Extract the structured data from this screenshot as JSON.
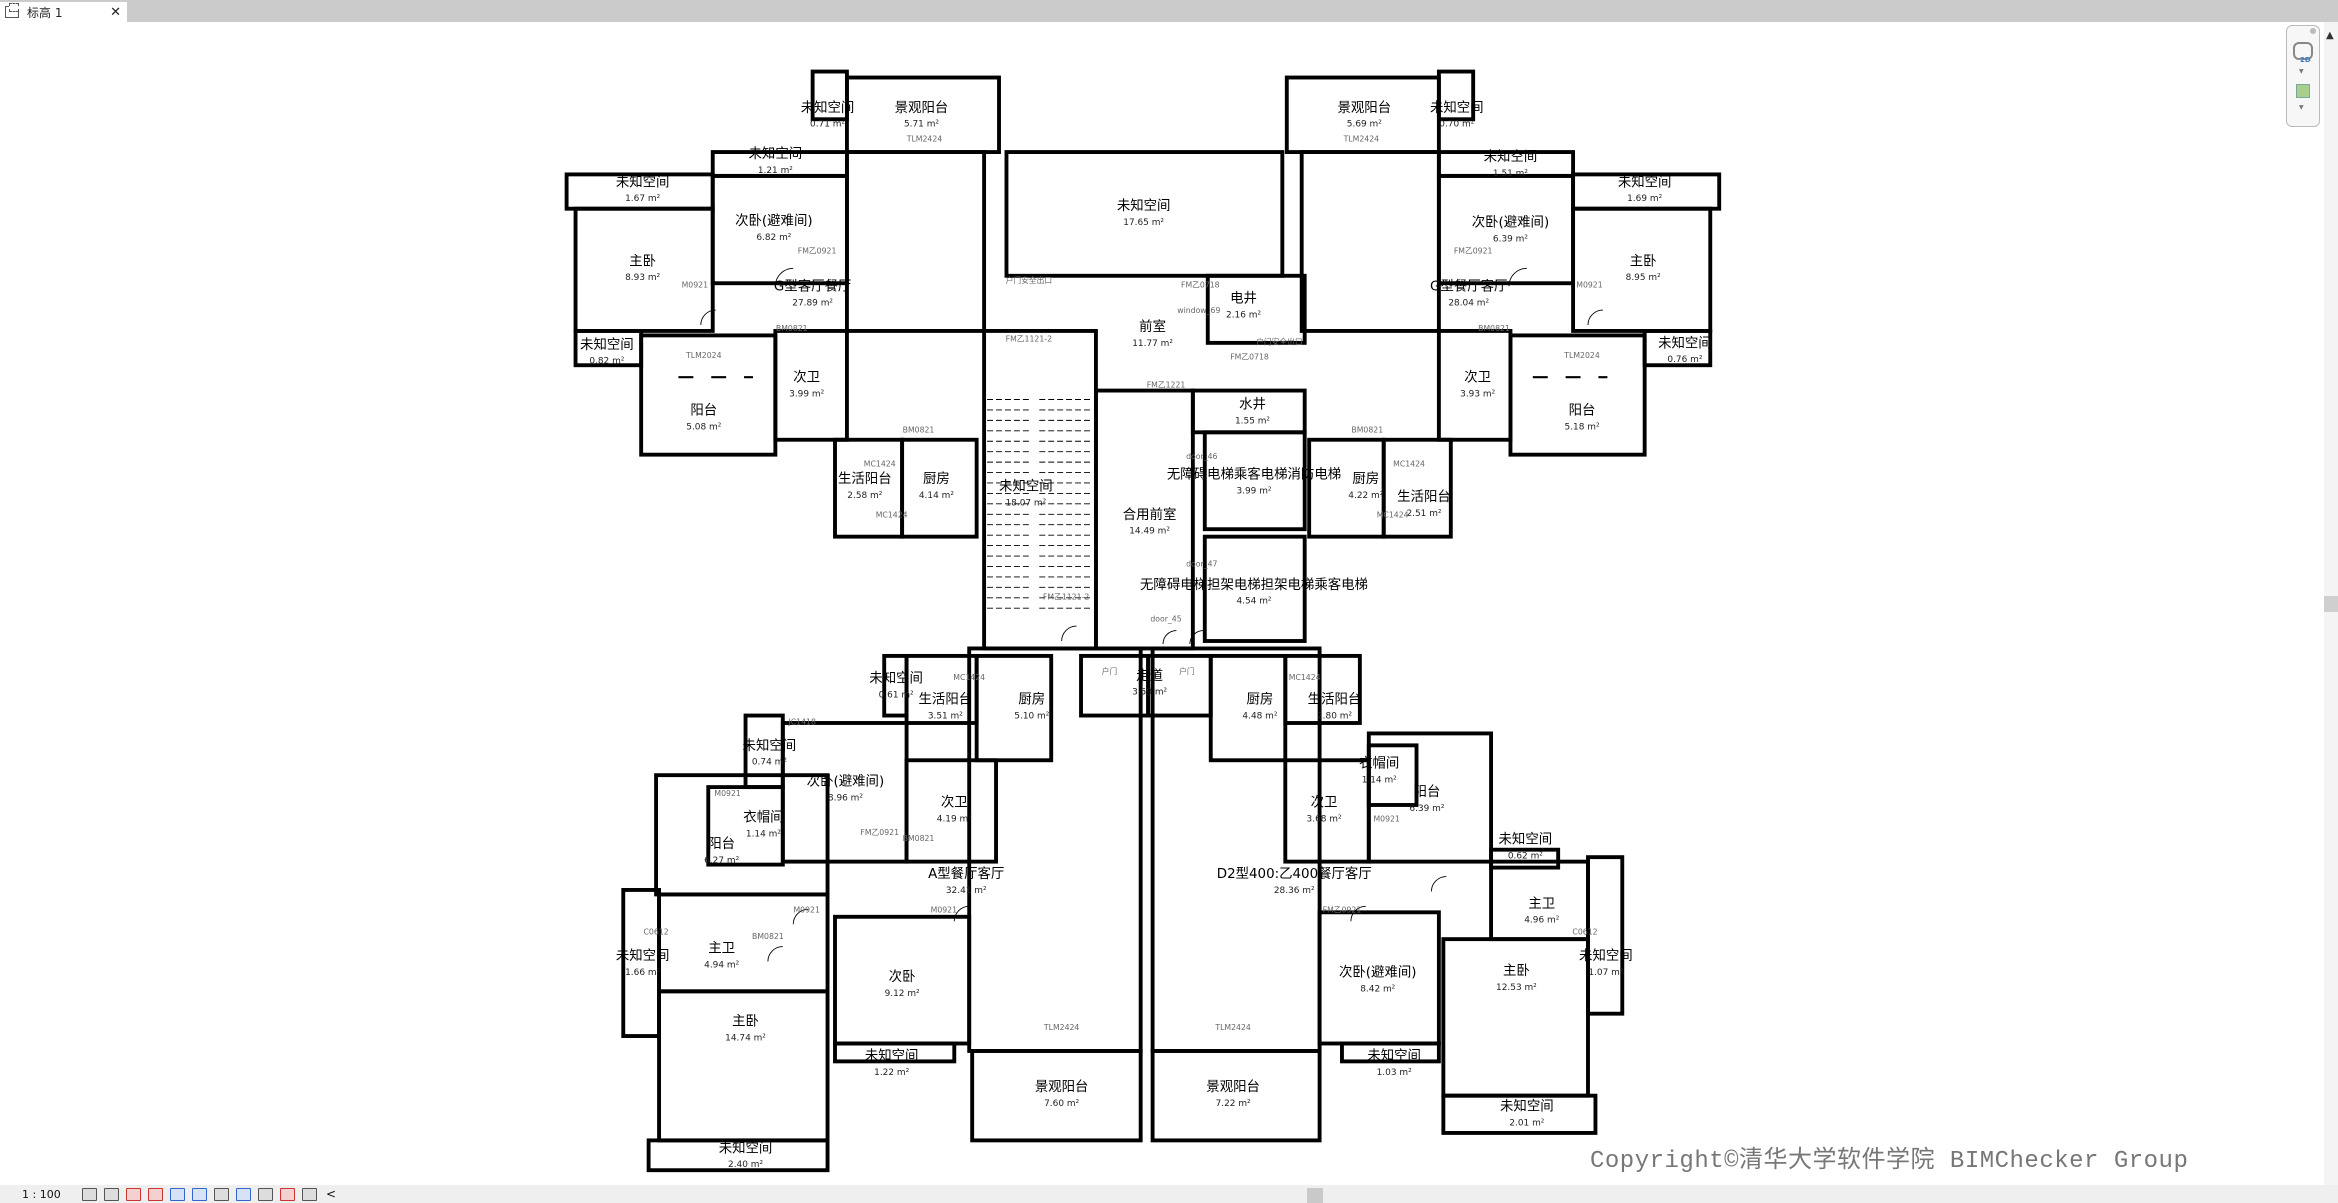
{
  "tab": {
    "title": "标高 1",
    "close": "✕"
  },
  "status": {
    "scale": "1 : 100",
    "collapse": "<"
  },
  "copyright": "Copyright©清华大学软件学院 BIMChecker Group",
  "nav": {
    "mode": "2D"
  },
  "rooms": [
    {
      "name": "未知空间",
      "area": "0.71 m²"
    },
    {
      "name": "景观阳台",
      "area": "5.71 m²"
    },
    {
      "name": "未知空间",
      "area": "1.21 m²"
    },
    {
      "name": "未知空间",
      "area": "1.67 m²"
    },
    {
      "name": "次卧(避难间)",
      "area": "6.82 m²"
    },
    {
      "name": "主卧",
      "area": "8.93 m²"
    },
    {
      "name": "G型客厅餐厅",
      "area": "27.89 m²"
    },
    {
      "name": "未知空间",
      "area": "0.82 m²"
    },
    {
      "name": "次卫",
      "area": "3.99 m²"
    },
    {
      "name": "阳台",
      "area": "5.08 m²"
    },
    {
      "name": "未知空间",
      "area": "17.65 m²"
    },
    {
      "name": "电井",
      "area": "2.16 m²"
    },
    {
      "name": "前室",
      "area": "11.77 m²"
    },
    {
      "name": "水井",
      "area": "1.55 m²"
    },
    {
      "name": "生活阳台",
      "area": "2.58 m²"
    },
    {
      "name": "厨房",
      "area": "4.14 m²"
    },
    {
      "name": "未知空间",
      "area": "18.07 m²"
    },
    {
      "name": "合用前室",
      "area": "14.49 m²"
    },
    {
      "name": "无障碍电梯乘客电梯消防电梯",
      "area": "3.99 m²"
    },
    {
      "name": "无障碍电梯担架电梯担架电梯乘客电梯",
      "area": "4.54 m²"
    },
    {
      "name": "景观阳台",
      "area": "5.69 m²"
    },
    {
      "name": "未知空间",
      "area": "0.70 m²"
    },
    {
      "name": "未知空间",
      "area": "1.51 m²"
    },
    {
      "name": "未知空间",
      "area": "1.69 m²"
    },
    {
      "name": "次卧(避难间)",
      "area": "6.39 m²"
    },
    {
      "name": "主卧",
      "area": "8.95 m²"
    },
    {
      "name": "G型餐厅客厅",
      "area": "28.04 m²"
    },
    {
      "name": "未知空间",
      "area": "0.76 m²"
    },
    {
      "name": "次卫",
      "area": "3.93 m²"
    },
    {
      "name": "阳台",
      "area": "5.18 m²"
    },
    {
      "name": "厨房",
      "area": "4.22 m²"
    },
    {
      "name": "生活阳台",
      "area": "2.51 m²"
    },
    {
      "name": "未知空间",
      "area": "0.61 m²"
    },
    {
      "name": "生活阳台",
      "area": "3.51 m²"
    },
    {
      "name": "厨房",
      "area": "5.10 m²"
    },
    {
      "name": "走道",
      "area": "3.59 m²"
    },
    {
      "name": "厨房",
      "area": "4.48 m²"
    },
    {
      "name": "生活阳台",
      "area": "2.80 m²"
    },
    {
      "name": "未知空间",
      "area": "0.74 m²"
    },
    {
      "name": "次卧(避难间)",
      "area": "8.96 m²"
    },
    {
      "name": "衣帽间",
      "area": "1.14 m²"
    },
    {
      "name": "阳台",
      "area": "6.27 m²"
    },
    {
      "name": "次卫",
      "area": "4.19 m²"
    },
    {
      "name": "A型餐厅客厅",
      "area": "32.41 m²"
    },
    {
      "name": "未知空间",
      "area": "1.66 m²"
    },
    {
      "name": "主卫",
      "area": "4.94 m²"
    },
    {
      "name": "次卧",
      "area": "9.12 m²"
    },
    {
      "name": "主卧",
      "area": "14.74 m²"
    },
    {
      "name": "未知空间",
      "area": "1.22 m²"
    },
    {
      "name": "未知空间",
      "area": "2.40 m²"
    },
    {
      "name": "景观阳台",
      "area": "7.60 m²"
    },
    {
      "name": "景观阳台",
      "area": "7.22 m²"
    },
    {
      "name": "衣帽间",
      "area": "1.14 m²"
    },
    {
      "name": "阳台",
      "area": "6.39 m²"
    },
    {
      "name": "次卫",
      "area": "3.68 m²"
    },
    {
      "name": "D2型400:乙400餐厅客厅",
      "area": "28.36 m²"
    },
    {
      "name": "未知空间",
      "area": "0.62 m²"
    },
    {
      "name": "主卫",
      "area": "4.96 m²"
    },
    {
      "name": "未知空间",
      "area": "1.07 m²"
    },
    {
      "name": "主卧",
      "area": "12.53 m²"
    },
    {
      "name": "次卧(避难间)",
      "area": "8.42 m²"
    },
    {
      "name": "未知空间",
      "area": "1.03 m²"
    },
    {
      "name": "未知空间",
      "area": "2.01 m²"
    }
  ],
  "tags": [
    "TLM2424",
    "TLM2424",
    "TLM2024",
    "TLM2024",
    "FM乙0921",
    "FM乙0921",
    "M0921",
    "M0921",
    "BM0821",
    "BM0821",
    "BM0821",
    "BM0821",
    "MC1424",
    "MC1424",
    "MC1424",
    "MC1424",
    "FM乙1121-2",
    "FM乙1121-2",
    "FM乙1221",
    "FM乙0718",
    "FM乙0718",
    "window_69",
    "door_46",
    "door_47",
    "door_45",
    "户门",
    "户门",
    "户门安全出口",
    "户门安全出口",
    "TLM2424",
    "TLM2424",
    "FM乙0921",
    "FM乙0921",
    "M0921",
    "M0921",
    "M0921",
    "M0921",
    "BM0821",
    "BM0821",
    "C0612",
    "C0612",
    "MC1424",
    "MC1424",
    "JC1418"
  ]
}
